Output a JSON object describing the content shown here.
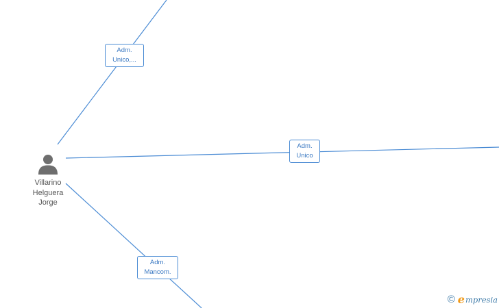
{
  "diagram": {
    "person": {
      "name_lines": [
        "Villarino",
        "Helguera",
        "Jorge"
      ],
      "icon": "person-icon"
    },
    "edges": [
      {
        "label_lines": [
          "Adm.",
          "Unico,..."
        ]
      },
      {
        "label_lines": [
          "Adm.",
          "Unico"
        ]
      },
      {
        "label_lines": [
          "Adm.",
          "Mancom."
        ]
      }
    ]
  },
  "colors": {
    "edge": "#4a8bd4",
    "node_icon": "#6e6e6e",
    "node_text": "#555555",
    "brand_blue": "#3d7aa8",
    "brand_orange": "#f09a1a"
  },
  "watermark": {
    "symbol": "©",
    "brand_initial": "e",
    "brand_rest": "mpresia"
  }
}
